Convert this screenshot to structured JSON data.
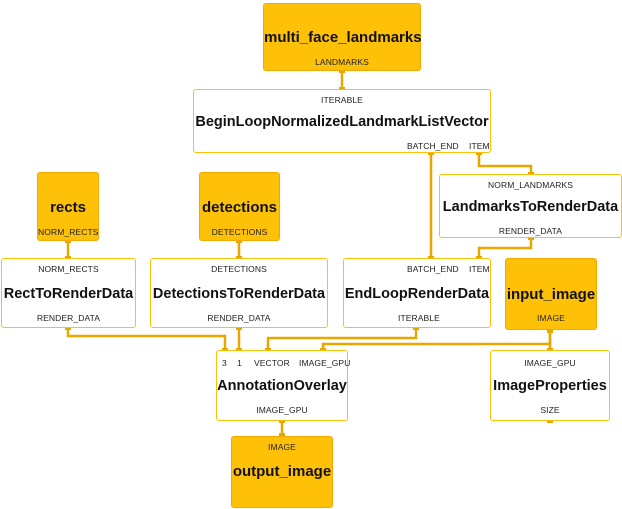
{
  "colors": {
    "stream_fill": "#FFC107",
    "stream_border": "#F4A800",
    "calc_border": "#FFC107",
    "edge": "#E6A700"
  },
  "nodes": {
    "multi_face_landmarks": {
      "title": "multi_face_landmarks",
      "out": "LANDMARKS"
    },
    "begin_loop": {
      "in": "ITERABLE",
      "title": "BeginLoopNormalizedLandmarkListVector",
      "out_batch_end": "BATCH_END",
      "out_item": "ITEM"
    },
    "landmarks_to_render": {
      "in": "NORM_LANDMARKS",
      "title": "LandmarksToRenderData",
      "out": "RENDER_DATA"
    },
    "rects": {
      "title": "rects",
      "out": "NORM_RECTS"
    },
    "detections": {
      "title": "detections",
      "out": "DETECTIONS"
    },
    "rect_to_render": {
      "in": "NORM_RECTS",
      "title": "RectToRenderData",
      "out": "RENDER_DATA"
    },
    "detections_to_render": {
      "in": "DETECTIONS",
      "title": "DetectionsToRenderData",
      "out": "RENDER_DATA"
    },
    "end_loop": {
      "in_batch_end": "BATCH_END",
      "in_item": "ITEM",
      "title": "EndLoopRenderData",
      "out": "ITERABLE"
    },
    "input_image": {
      "title": "input_image",
      "out": "IMAGE"
    },
    "annotation_overlay": {
      "in_3": "3",
      "in_1": "1",
      "in_vector": "VECTOR",
      "in_image_gpu": "IMAGE_GPU",
      "title": "AnnotationOverlay",
      "out": "IMAGE_GPU"
    },
    "image_properties": {
      "in": "IMAGE_GPU",
      "title": "ImageProperties",
      "out": "SIZE"
    },
    "output_image": {
      "in": "IMAGE",
      "title": "output_image"
    }
  }
}
